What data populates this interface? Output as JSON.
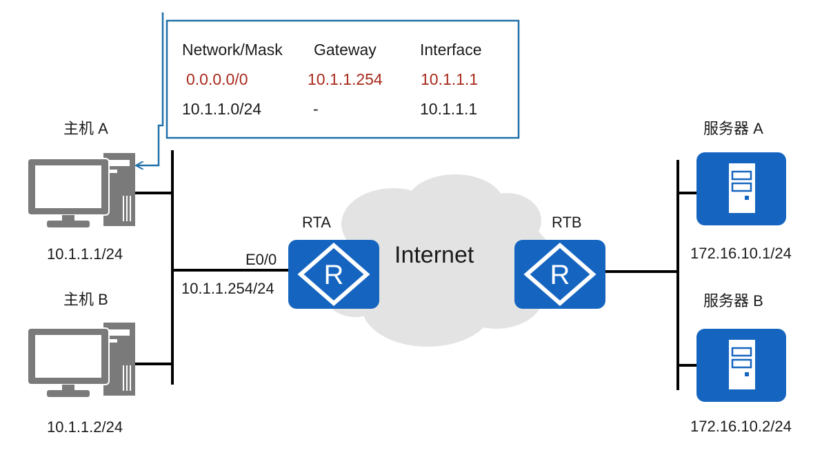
{
  "routing_table": {
    "headers": [
      "Network/Mask",
      "Gateway",
      "Interface"
    ],
    "rows": [
      {
        "network": "0.0.0.0/0",
        "gateway": "10.1.1.254",
        "interface": "10.1.1.1",
        "highlight": true
      },
      {
        "network": "10.1.1.0/24",
        "gateway": "-",
        "interface": "10.1.1.1",
        "highlight": false
      }
    ]
  },
  "hosts": [
    {
      "name": "主机 A",
      "ip": "10.1.1.1/24",
      "icon": "desktop-computer-icon"
    },
    {
      "name": "主机 B",
      "ip": "10.1.1.2/24",
      "icon": "desktop-computer-icon"
    }
  ],
  "routers": [
    {
      "name": "RTA",
      "interface": "E0/0",
      "ip": "10.1.1.254/24",
      "icon": "router-icon"
    },
    {
      "name": "RTB",
      "icon": "router-icon"
    }
  ],
  "cloud": {
    "label": "Internet",
    "icon": "cloud-icon"
  },
  "servers": [
    {
      "name": "服务器 A",
      "ip": "172.16.10.1/24",
      "icon": "server-icon"
    },
    {
      "name": "服务器 B",
      "ip": "172.16.10.2/24",
      "icon": "server-icon"
    }
  ],
  "colors": {
    "table_border": "#1f6fa8",
    "highlight_text": "#a8291b",
    "device_blue": "#1565c0",
    "computer_gray": "#7a7a7a",
    "cloud_gray": "#e3e3e3",
    "link_black": "#000000"
  }
}
